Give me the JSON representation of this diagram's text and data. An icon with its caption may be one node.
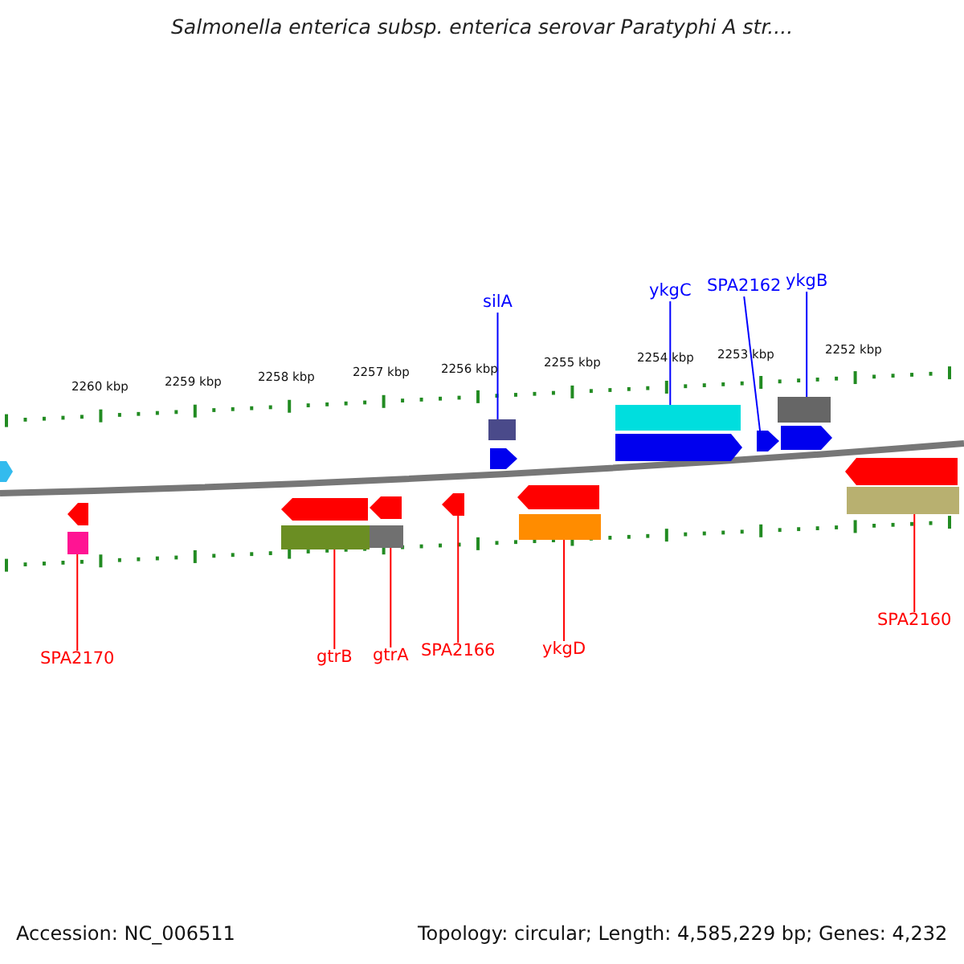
{
  "diagram": {
    "title": "Salmonella enterica subsp. enterica serovar Paratyphi A str....",
    "nodes": [
      {
        "text": [
          "silA"
        ]
      },
      {
        "text": [
          "ykgC"
        ]
      },
      {
        "text": [
          "SPA2162"
        ]
      },
      {
        "text": [
          "ykgB"
        ]
      },
      {
        "text": [
          "SPA2170"
        ]
      },
      {
        "text": [
          "gtrB"
        ]
      },
      {
        "text": [
          "gtrA"
        ]
      },
      {
        "text": [
          "SPA2166"
        ]
      },
      {
        "text": [
          "ykgD"
        ]
      },
      {
        "text": [
          "SPA2160"
        ]
      },
      {
        "text": [],
        "shape": "bar"
      },
      {
        "text": [],
        "shape": "bar"
      },
      {
        "text": [],
        "shape": "bar"
      },
      {
        "text": [],
        "shape": "bar"
      },
      {
        "text": [],
        "shape": "bar"
      },
      {
        "text": [],
        "shape": "bar"
      },
      {
        "text": [],
        "shape": "bar"
      },
      {
        "text": [],
        "shape": "bar"
      },
      {
        "text": [],
        "shape": "bar"
      },
      {
        "text": [],
        "shape": "bar"
      },
      {
        "text": [],
        "shape": "bar"
      }
    ],
    "edges": [
      {
        "from": 0,
        "to": 10,
        "arrow": "none",
        "color": "#0000ff"
      },
      {
        "from": 1,
        "to": 11,
        "arrow": "none",
        "color": "#0000ff"
      },
      {
        "from": 2,
        "to": 12,
        "arrow": "none",
        "color": "#0000ff"
      },
      {
        "from": 3,
        "to": 13,
        "arrow": "none",
        "color": "#0000ff"
      },
      {
        "from": 4,
        "to": 14,
        "arrow": "none"
      },
      {
        "from": 5,
        "to": 15,
        "arrow": "none"
      },
      {
        "from": 6,
        "to": 16,
        "arrow": "none"
      },
      {
        "from": 7,
        "to": 17,
        "arrow": "none"
      },
      {
        "from": 8,
        "to": 18,
        "arrow": "none"
      },
      {
        "from": 9,
        "to": 19,
        "arrow": "none"
      }
    ],
    "labels": [
      "2260 kbp",
      "2259 kbp",
      "2258 kbp",
      "2257 kbp",
      "2256 kbp",
      "2255 kbp",
      "2254 kbp",
      "2253 kbp",
      "2252 kbp",
      "Accession: NC_006511",
      "Topology: circular; Length: 4,585,229 bp; Genes: 4,232"
    ]
  }
}
